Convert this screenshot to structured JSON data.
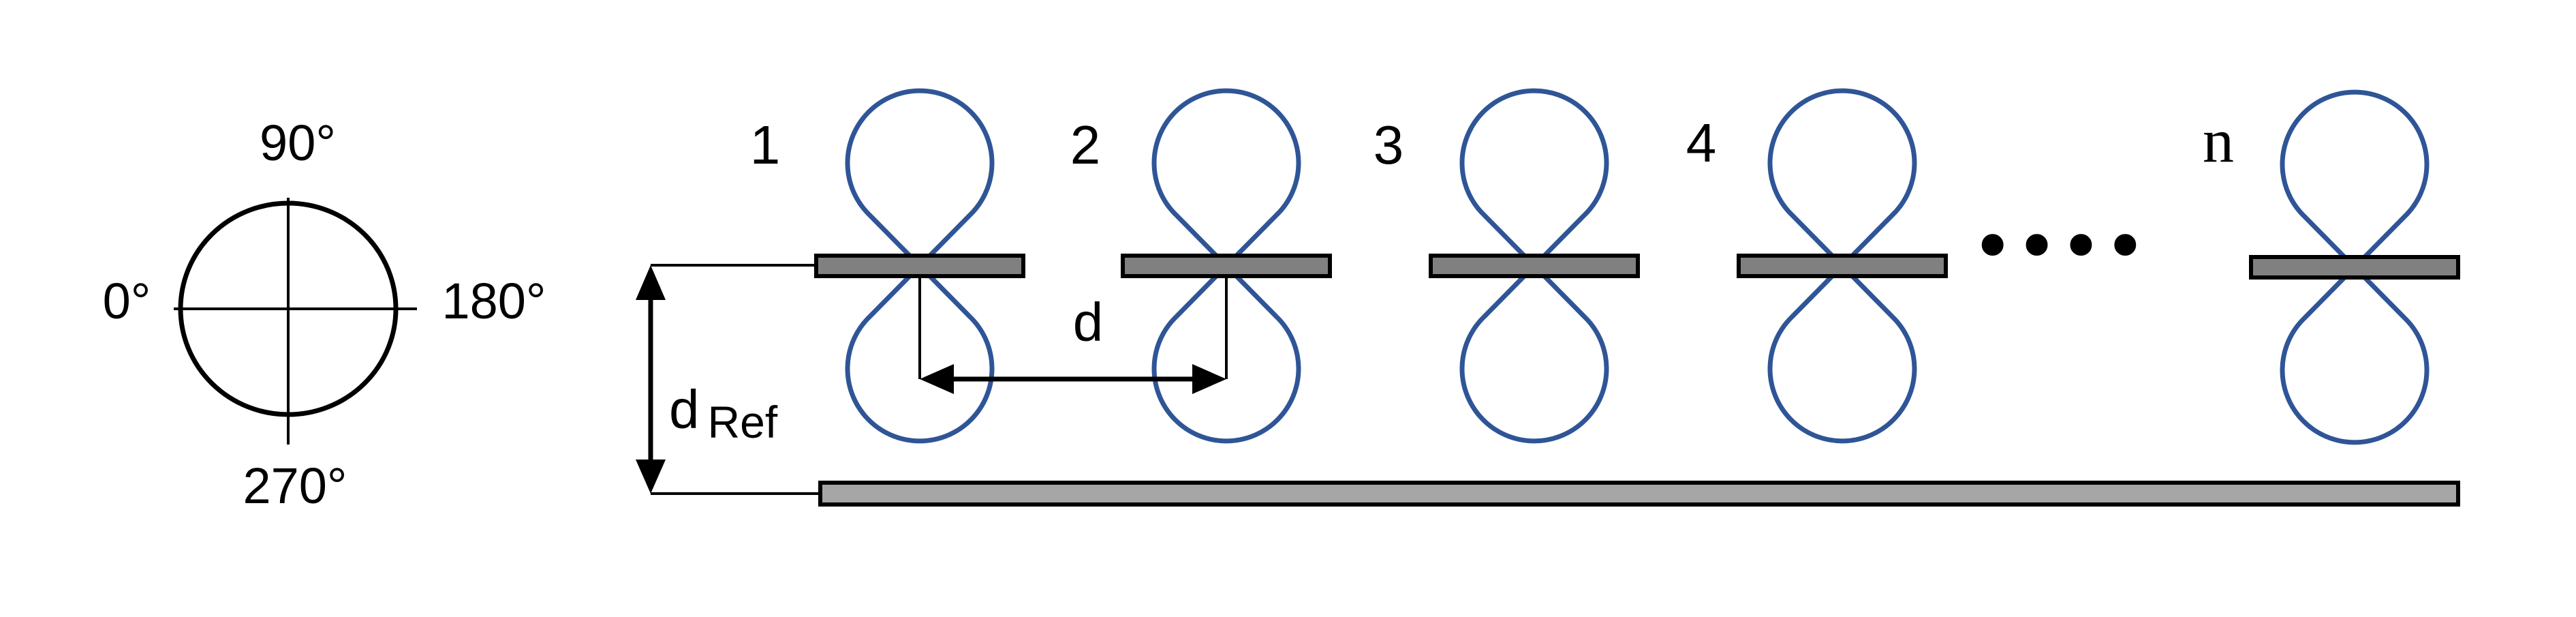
{
  "compass": {
    "top": "90°",
    "left": "0°",
    "right": "180°",
    "bottom": "270°"
  },
  "antennas": [
    {
      "label": "1"
    },
    {
      "label": "2"
    },
    {
      "label": "3"
    },
    {
      "label": "4"
    },
    {
      "label": "n"
    }
  ],
  "ellipsis": "••••",
  "spacing_label": "d",
  "ref_label": {
    "main": "d",
    "subscript": "Ref"
  },
  "colors": {
    "lobe": "#2f5597",
    "element_fill": "#808080",
    "reflector_fill": "#a6a6a6",
    "stroke": "#000000"
  }
}
